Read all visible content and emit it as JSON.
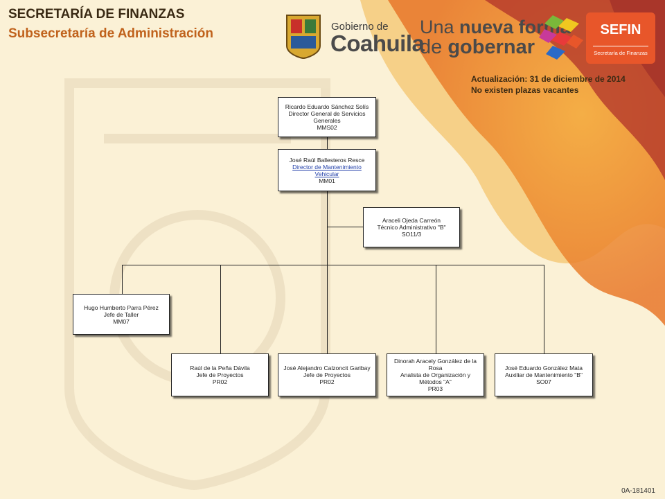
{
  "header": {
    "title": "SECRETARÍA DE FINANZAS",
    "subtitle": "Subsecretaría de Administración",
    "update_line1": "Actualización: 31  de diciembre de 2014",
    "update_line2": "No existen plazas vacantes",
    "doc_code": "0A-181401"
  },
  "logos": {
    "gobierno_small": "Gobierno de",
    "gobierno_big": "Coahuila",
    "slogan_a": "Una",
    "slogan_b": "nueva forma",
    "slogan_c": "de",
    "slogan_d": "gobernar",
    "sefin_title": "SEFIN",
    "sefin_sub": "Secretaría de Finanzas"
  },
  "colors": {
    "background": "#fbf1d6",
    "accent_orange": "#e8562a",
    "accent_red": "#b0322a",
    "subtitle_orange": "#c0621c",
    "link_blue": "#1f3da8"
  },
  "nodes": {
    "director_general": {
      "name": "Ricardo  Eduardo  Sánchez  Solís",
      "title": "Director  General  de  Servicios Generales",
      "code": "MMS02"
    },
    "director_mantenimiento": {
      "name": "José  Raúl  Ballesteros  Resce",
      "title": "Director  de  Mantenimiento Vehicular",
      "code": "MM01"
    },
    "tecnico": {
      "name": "Araceli  Ojeda  Carreón",
      "title": "Técnico  Administrativo  \"B\"",
      "code": "SO11/3"
    },
    "jefe_taller": {
      "name": "Hugo  Humberto  Parra  Pérez",
      "title": "Jefe de  Taller",
      "code": "MM07"
    },
    "jefe_proyectos_1": {
      "name": "Raúl  de  la  Peña  Dávila",
      "title": "Jefe de  Proyectos",
      "code": "PR02"
    },
    "jefe_proyectos_2": {
      "name": "José  Alejandro  Calzoncit  Garibay",
      "title": "Jefe  de  Proyectos",
      "code": "PR02"
    },
    "analista": {
      "name": "Dinorah  Aracely  González  de  la Rosa",
      "title": "Analista  de  Organización  y Métodos  \"A\"",
      "code": "PR03"
    },
    "auxiliar": {
      "name": "José  Eduardo  González  Mata",
      "title": "Auxiliar  de  Mantenimiento  \"B\"",
      "code": "SO07"
    }
  }
}
